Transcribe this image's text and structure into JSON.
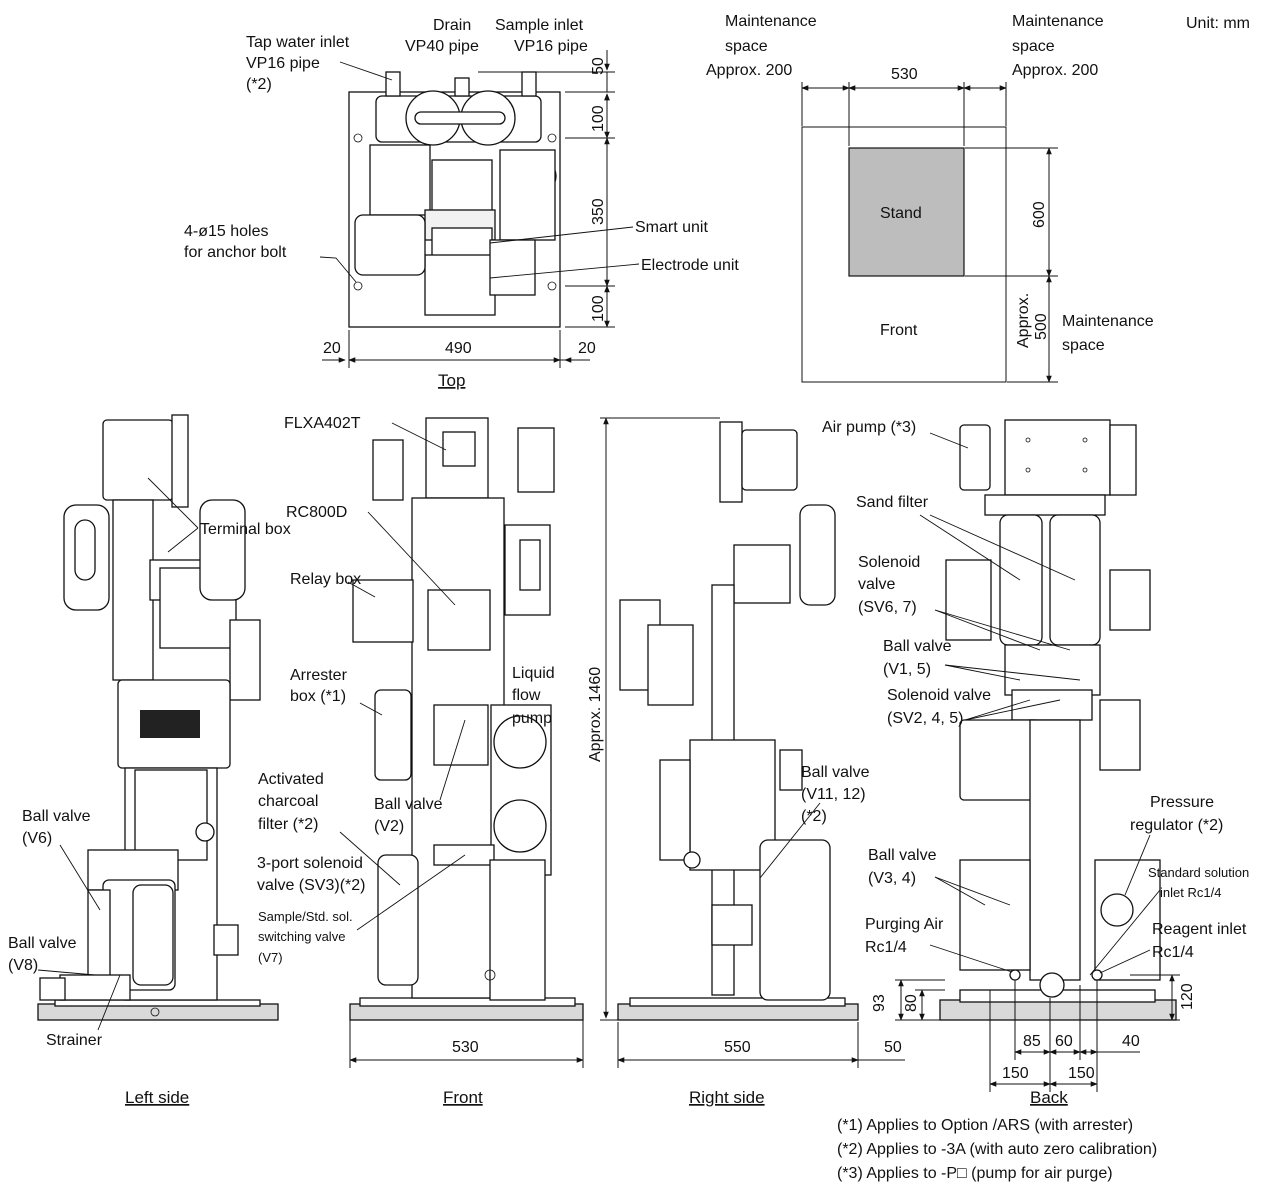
{
  "unit": "Unit: mm",
  "top_view": {
    "caption": "Top",
    "labels": {
      "tap_water_inlet": [
        "Tap water inlet",
        "VP16 pipe",
        "(*2)"
      ],
      "drain": [
        "Drain",
        "VP40 pipe"
      ],
      "sample_inlet": [
        "Sample inlet",
        "VP16 pipe"
      ],
      "holes": [
        "4-ø15 holes",
        "for anchor bolt"
      ],
      "smart_unit": "Smart unit",
      "electrode_unit": "Electrode unit"
    },
    "dims": {
      "d50": "50",
      "d100a": "100",
      "d350": "350",
      "d100b": "100",
      "d20l": "20",
      "d490": "490",
      "d20r": "20"
    }
  },
  "space_plan": {
    "stand": "Stand",
    "front": "Front",
    "left_space": [
      "Maintenance",
      "space",
      "Approx. 200"
    ],
    "right_space": [
      "Maintenance",
      "space",
      "Approx. 200"
    ],
    "front_space": [
      "Maintenance",
      "space"
    ],
    "dims": {
      "d530": "530",
      "d600": "600",
      "front_depth": [
        "Approx.",
        "500"
      ]
    }
  },
  "left_side": {
    "caption": "Left side",
    "labels": {
      "terminal_box": "Terminal box",
      "ball_valve_v6": [
        "Ball valve",
        "(V6)"
      ],
      "ball_valve_v8": [
        "Ball valve",
        "(V8)"
      ],
      "strainer": "Strainer"
    }
  },
  "front": {
    "caption": "Front",
    "labels": {
      "flxa": "FLXA402T",
      "rc800d": "RC800D",
      "relay_box": "Relay box",
      "arrester_box": [
        "Arrester",
        "box (*1)"
      ],
      "liquid_flow_pump": [
        "Liquid",
        "flow",
        "pump"
      ],
      "ball_valve_v2": [
        "Ball valve",
        "(V2)"
      ],
      "activated_charcoal": [
        "Activated",
        "charcoal",
        "filter (*2)"
      ],
      "three_port": [
        "3-port solenoid",
        "valve (SV3)(*2)"
      ],
      "switching_valve": [
        "Sample/Std. sol.",
        "switching valve",
        "(V7)"
      ]
    },
    "dims": {
      "width": "530"
    }
  },
  "right_side": {
    "caption": "Right side",
    "labels": {
      "height": "Approx. 1460",
      "ball_valve_v11": [
        "Ball valve",
        "(V11, 12)",
        "(*2)"
      ]
    },
    "dims": {
      "width": "550",
      "gap": "50"
    }
  },
  "back": {
    "caption": "Back",
    "labels": {
      "air_pump": "Air pump (*3)",
      "sand_filter": "Sand filter",
      "solenoid_sv6": [
        "Solenoid",
        "valve",
        "(SV6, 7)"
      ],
      "ball_valve_v1": [
        "Ball valve",
        "(V1, 5)"
      ],
      "solenoid_sv2": [
        "Solenoid valve",
        "(SV2, 4, 5)"
      ],
      "pressure_regulator": [
        "Pressure",
        "regulator (*2)"
      ],
      "ball_valve_v3": [
        "Ball valve",
        "(V3, 4)"
      ],
      "standard_solution": [
        "Standard solution",
        "inlet Rc1/4"
      ],
      "purging_air": [
        "Purging Air",
        "Rc1/4"
      ],
      "reagent_inlet": [
        "Reagent inlet",
        "Rc1/4"
      ]
    },
    "dims": {
      "d93": "93",
      "d80": "80",
      "d120": "120",
      "d85": "85",
      "d60": "60",
      "d40": "40",
      "d150l": "150",
      "d150r": "150"
    }
  },
  "notes": [
    "(*1) Applies to Option /ARS (with arrester)",
    "(*2) Applies to -3A (with auto zero calibration)",
    "(*3) Applies to -P□ (pump for air purge)"
  ]
}
